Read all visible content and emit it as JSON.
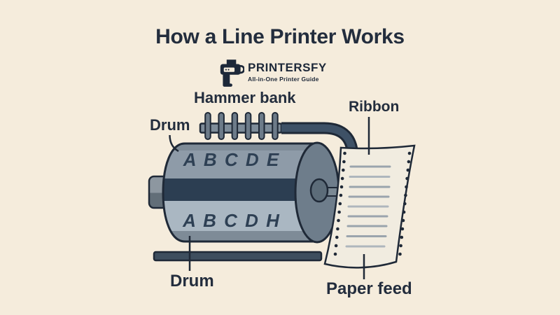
{
  "header": {
    "title": "How a Line Printer Works"
  },
  "logo": {
    "brand": "PRINTERSFY",
    "tagline": "All-in-One Printer Guide",
    "icon": "printer-icon"
  },
  "labels": {
    "hammer_bank": "Hammer bank",
    "ribbon": "Ribbon",
    "drum_top": "Drum",
    "drum_bottom": "Drum",
    "paper_feed": "Paper feed"
  },
  "drum": {
    "letters_top": "A B C D E",
    "letters_bottom": "A B C D H"
  },
  "colors": {
    "background": "#f5ecdc",
    "ink": "#1f2937",
    "drum_top_band": "#8e9ba8",
    "drum_bottom_band": "#aab7c2",
    "drum_edge_shade": "#7e8b97",
    "drum_navy_band": "#2c3e52",
    "drum_end_cap": "#6e7d8b",
    "hammer_bar": "#7e8c99",
    "hammer_prong": "#6d7b89",
    "ribbon_tube": "#3e5166",
    "base_bar": "#3e4e5e",
    "paper": "#f1ece0",
    "paper_text_line": "#9aa4ad"
  }
}
